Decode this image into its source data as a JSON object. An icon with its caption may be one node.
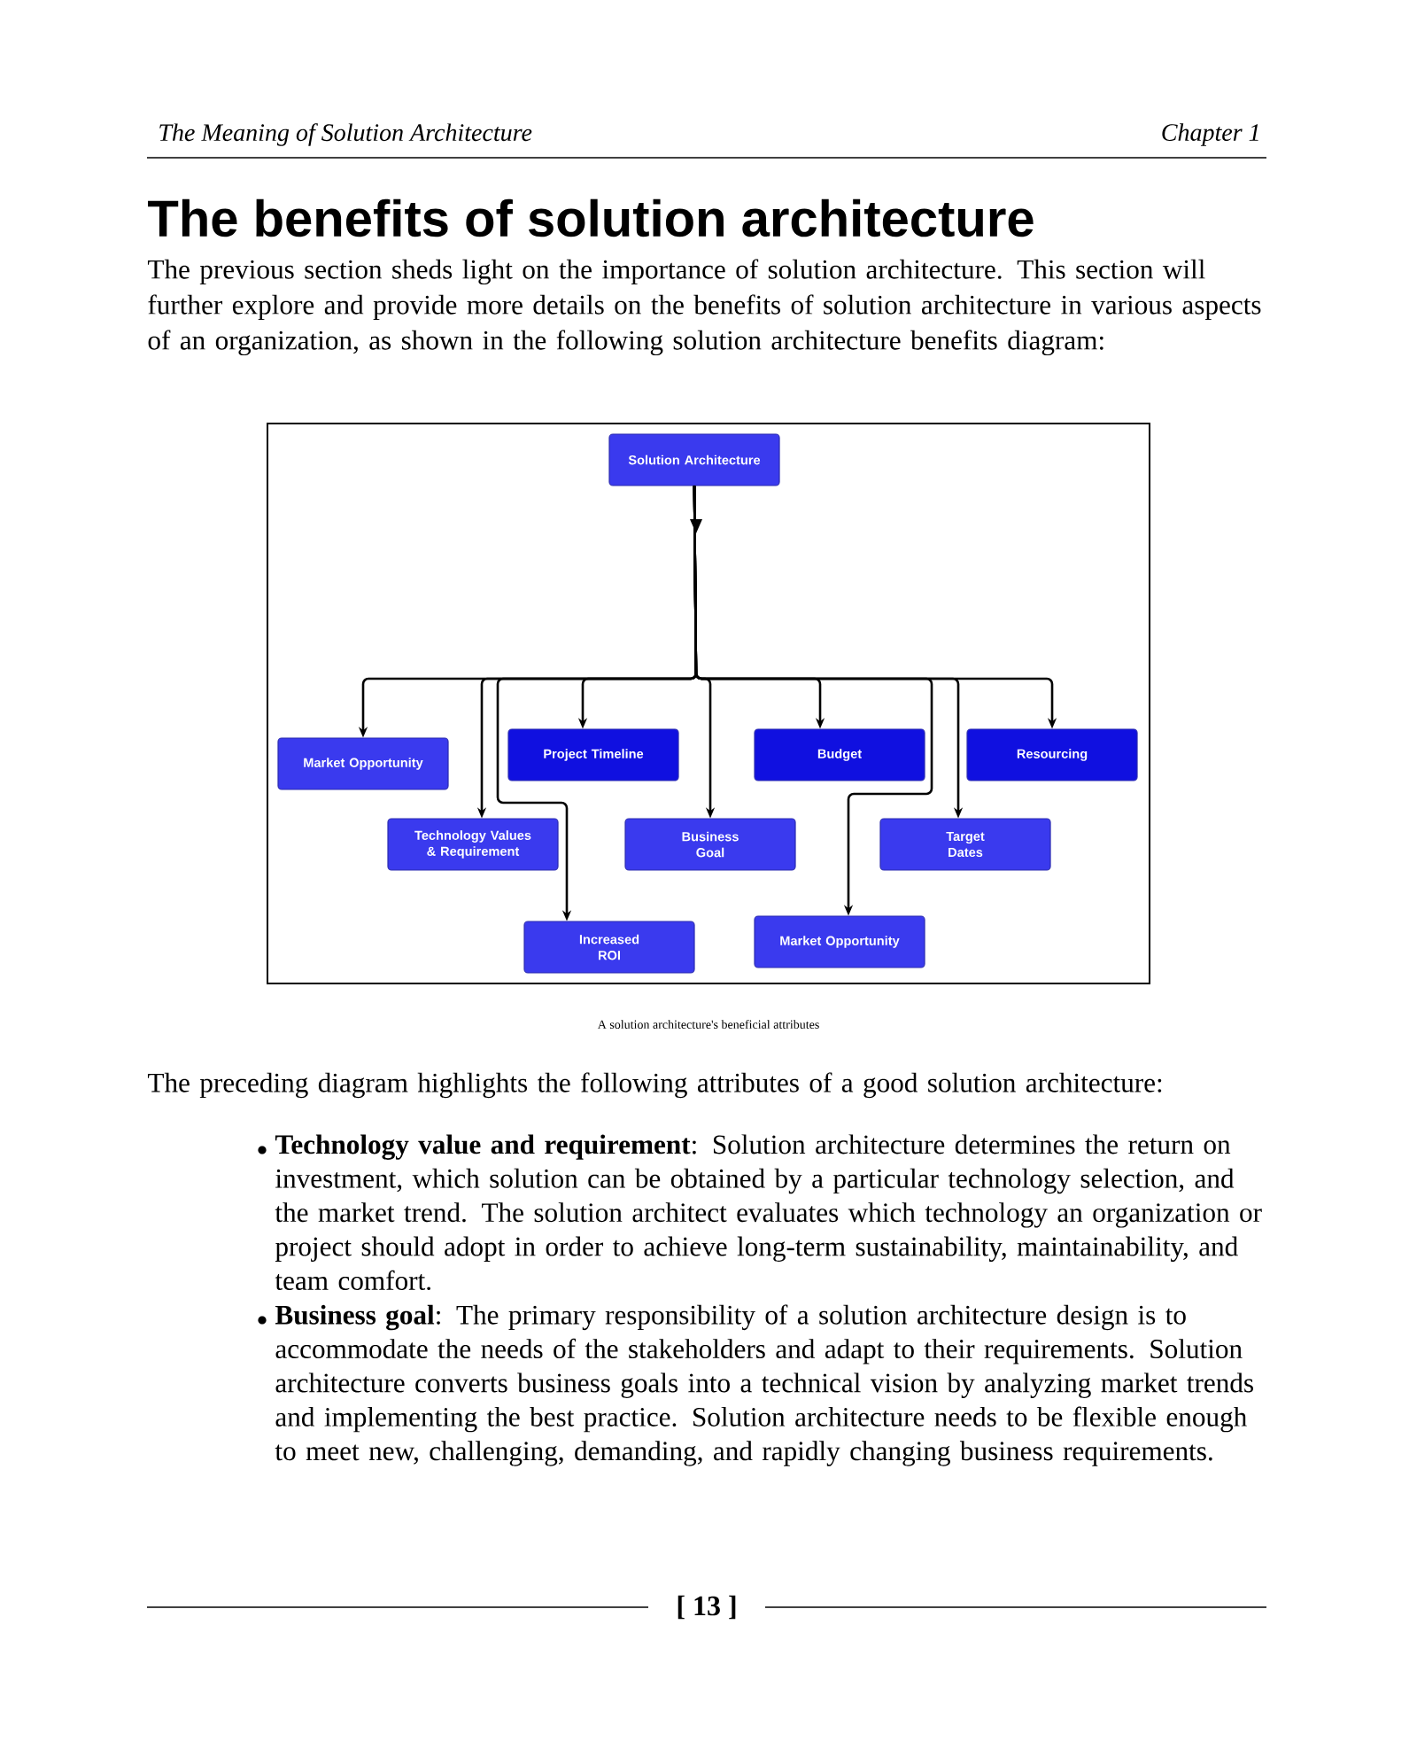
{
  "diagram": {
    "title": "The benefits of solution architecture",
    "caption": "A solution architecture's beneficial attributes",
    "nodes": [
      {
        "text": [
          "Solution Architecture"
        ]
      },
      {
        "text": [
          "Market Opportunity"
        ]
      },
      {
        "text": [
          "Project Timeline"
        ]
      },
      {
        "text": [
          "Budget"
        ]
      },
      {
        "text": [
          "Resourcing"
        ]
      },
      {
        "text": [
          "Technology Values & Requirement"
        ]
      },
      {
        "text": [
          "Business Goal"
        ]
      },
      {
        "text": [
          "Target Dates"
        ]
      },
      {
        "text": [
          "Increased ROI"
        ]
      },
      {
        "text": [
          "Market Opportunity"
        ]
      }
    ],
    "edges": [
      {
        "from": 0,
        "to": 1,
        "arrow": "to"
      },
      {
        "from": 0,
        "to": 2,
        "arrow": "to"
      },
      {
        "from": 0,
        "to": 3,
        "arrow": "to"
      },
      {
        "from": 0,
        "to": 4,
        "arrow": "to"
      },
      {
        "from": 0,
        "to": 5,
        "arrow": "to"
      },
      {
        "from": 0,
        "to": 6,
        "arrow": "to"
      },
      {
        "from": 0,
        "to": 7,
        "arrow": "to"
      },
      {
        "from": 0,
        "to": 8,
        "arrow": "to"
      },
      {
        "from": 0,
        "to": 9,
        "arrow": "to"
      }
    ],
    "labels": [
      "The Meaning of Solution Architecture",
      "Chapter 1",
      "The previous section sheds light on the importance of solution architecture. This section will further explore and provide more details on the benefits of solution architecture in various aspects of an organization, as shown in the following solution architecture benefits diagram:",
      "The preceding diagram highlights the following attributes of a good solution architecture:",
      "**Technology value and requirement**: Solution architecture determines the return on investment, which solution can be obtained by a particular technology selection, and the market trend. The solution architect evaluates which technology an organization or project should adopt in order to achieve long-term sustainability, maintainability, and team comfort.",
      "**Business goal**: The primary responsibility of a solution architecture design is to accommodate the needs of the stakeholders and adapt to their requirements. Solution architecture converts business goals into a technical vision by analyzing market trends and implementing the best practice. Solution architecture needs to be flexible enough to meet new, challenging, demanding, and rapidly changing business requirements.",
      "[ 13 ]"
    ]
  }
}
